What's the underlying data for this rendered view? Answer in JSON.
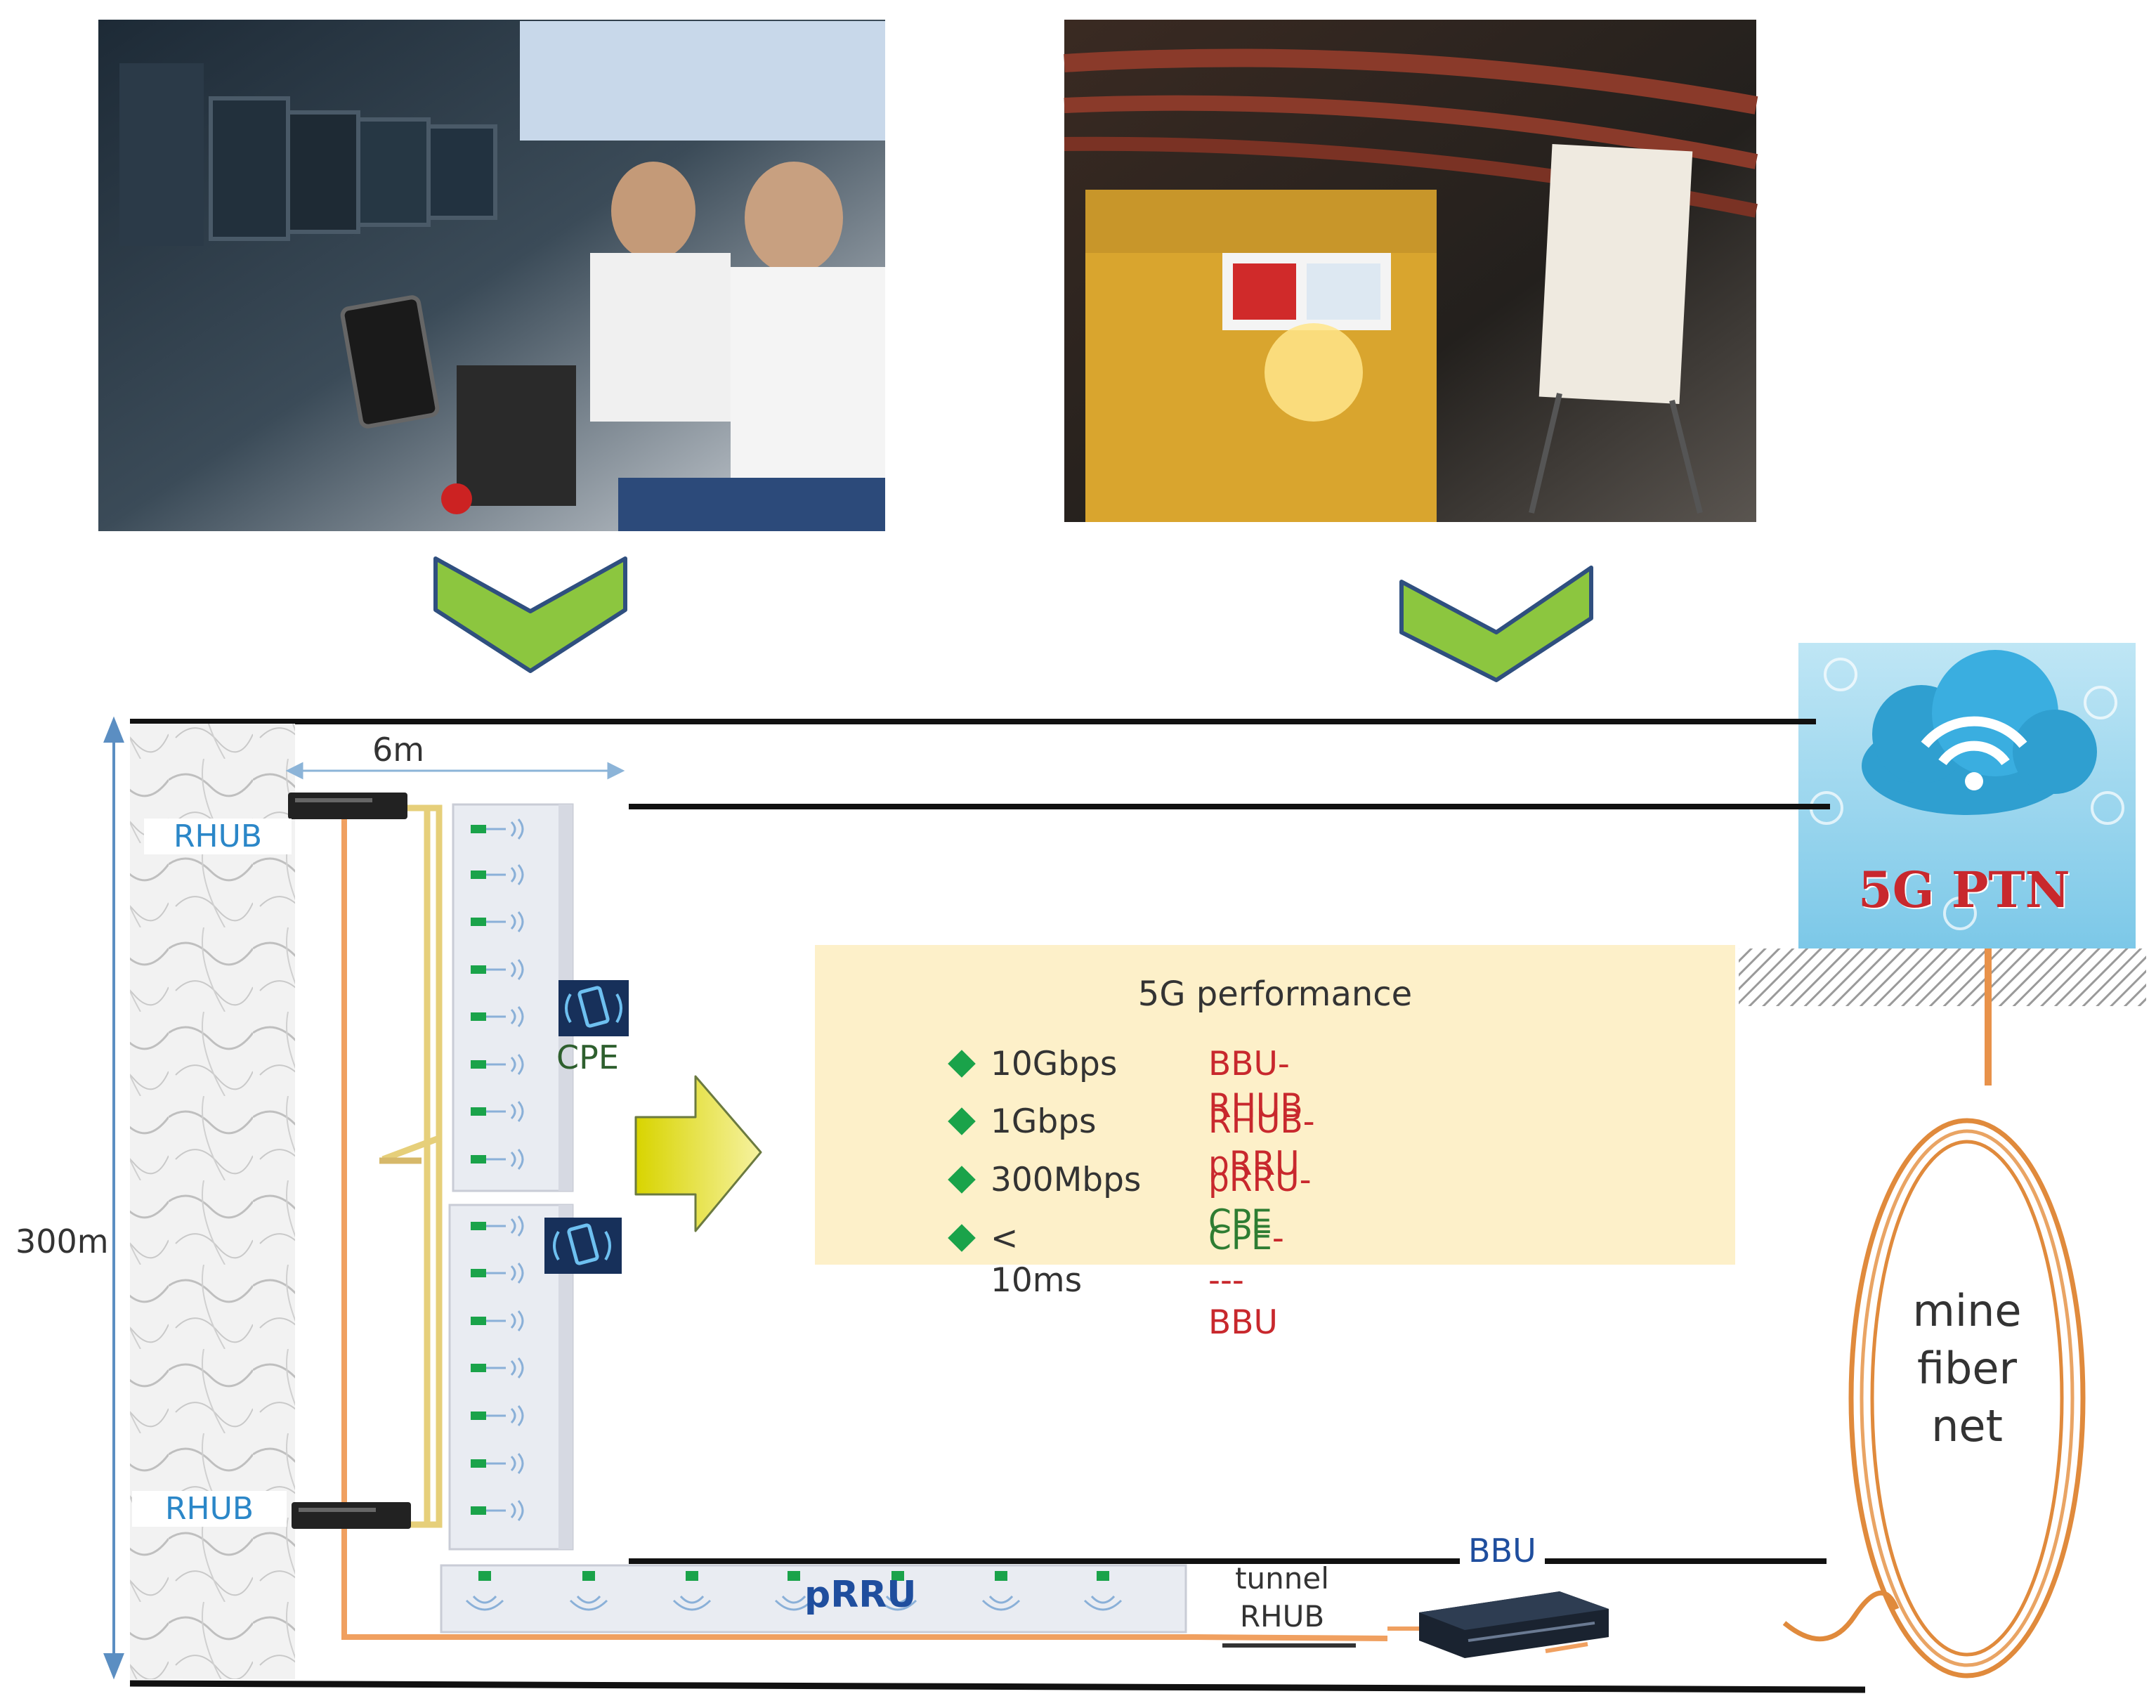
{
  "labels": {
    "rhub_top": "RHUB",
    "rhub_bottom": "RHUB",
    "width": "6m",
    "height": "300m",
    "cpe": "CPE",
    "prru": "pRRU",
    "tunnel_rhub_line1": "tunnel",
    "tunnel_rhub_line2": "RHUB",
    "bbu": "BBU",
    "mine_fiber_net_line1": "mine",
    "mine_fiber_net_line2": "fiber",
    "mine_fiber_net_line3": "net",
    "ptn": "5G PTN"
  },
  "performance": {
    "title": "5G performance",
    "rows": [
      {
        "value": "10Gbps",
        "link_a": "BBU",
        "sep": "-",
        "link_b": "RHUB",
        "colors": [
          "#c8282d",
          "#c8282d",
          "#c8282d"
        ]
      },
      {
        "value": "1Gbps",
        "link_a": "RHUB",
        "sep": "-",
        "link_b": "pRRU",
        "colors": [
          "#c8282d",
          "#c8282d",
          "#c8282d"
        ]
      },
      {
        "value": "300Mbps",
        "link_a": "pRRU",
        "sep": "-",
        "link_b": "CPE",
        "colors": [
          "#c8282d",
          "#c8282d",
          "#2e7d32"
        ]
      },
      {
        "value": "< 10ms",
        "link_a": "CPE",
        "sep": "----",
        "link_b": "BBU",
        "colors": [
          "#2e7d32",
          "#c8282d",
          "#c8282d"
        ]
      }
    ]
  },
  "icons": {
    "photo_left": "control-room-photo-icon",
    "photo_right": "mine-equipment-photo-icon",
    "chevron": "chevron-down-icon",
    "arrow": "arrow-right-icon",
    "cloud": "wifi-cloud-icon",
    "bullet": "diamond-bullet-icon"
  },
  "colors": {
    "chevron_fill": "#8cc63f",
    "chevron_stroke": "#2f4f7f",
    "fiber_orange": "#f0a060",
    "fiber_yellow": "#e6cf7a",
    "box_fill": "#fdf0c9",
    "label_blue": "#2b87c8",
    "link_red": "#c8282d",
    "link_green": "#2e7d32",
    "bullet_green": "#1aa34a"
  }
}
